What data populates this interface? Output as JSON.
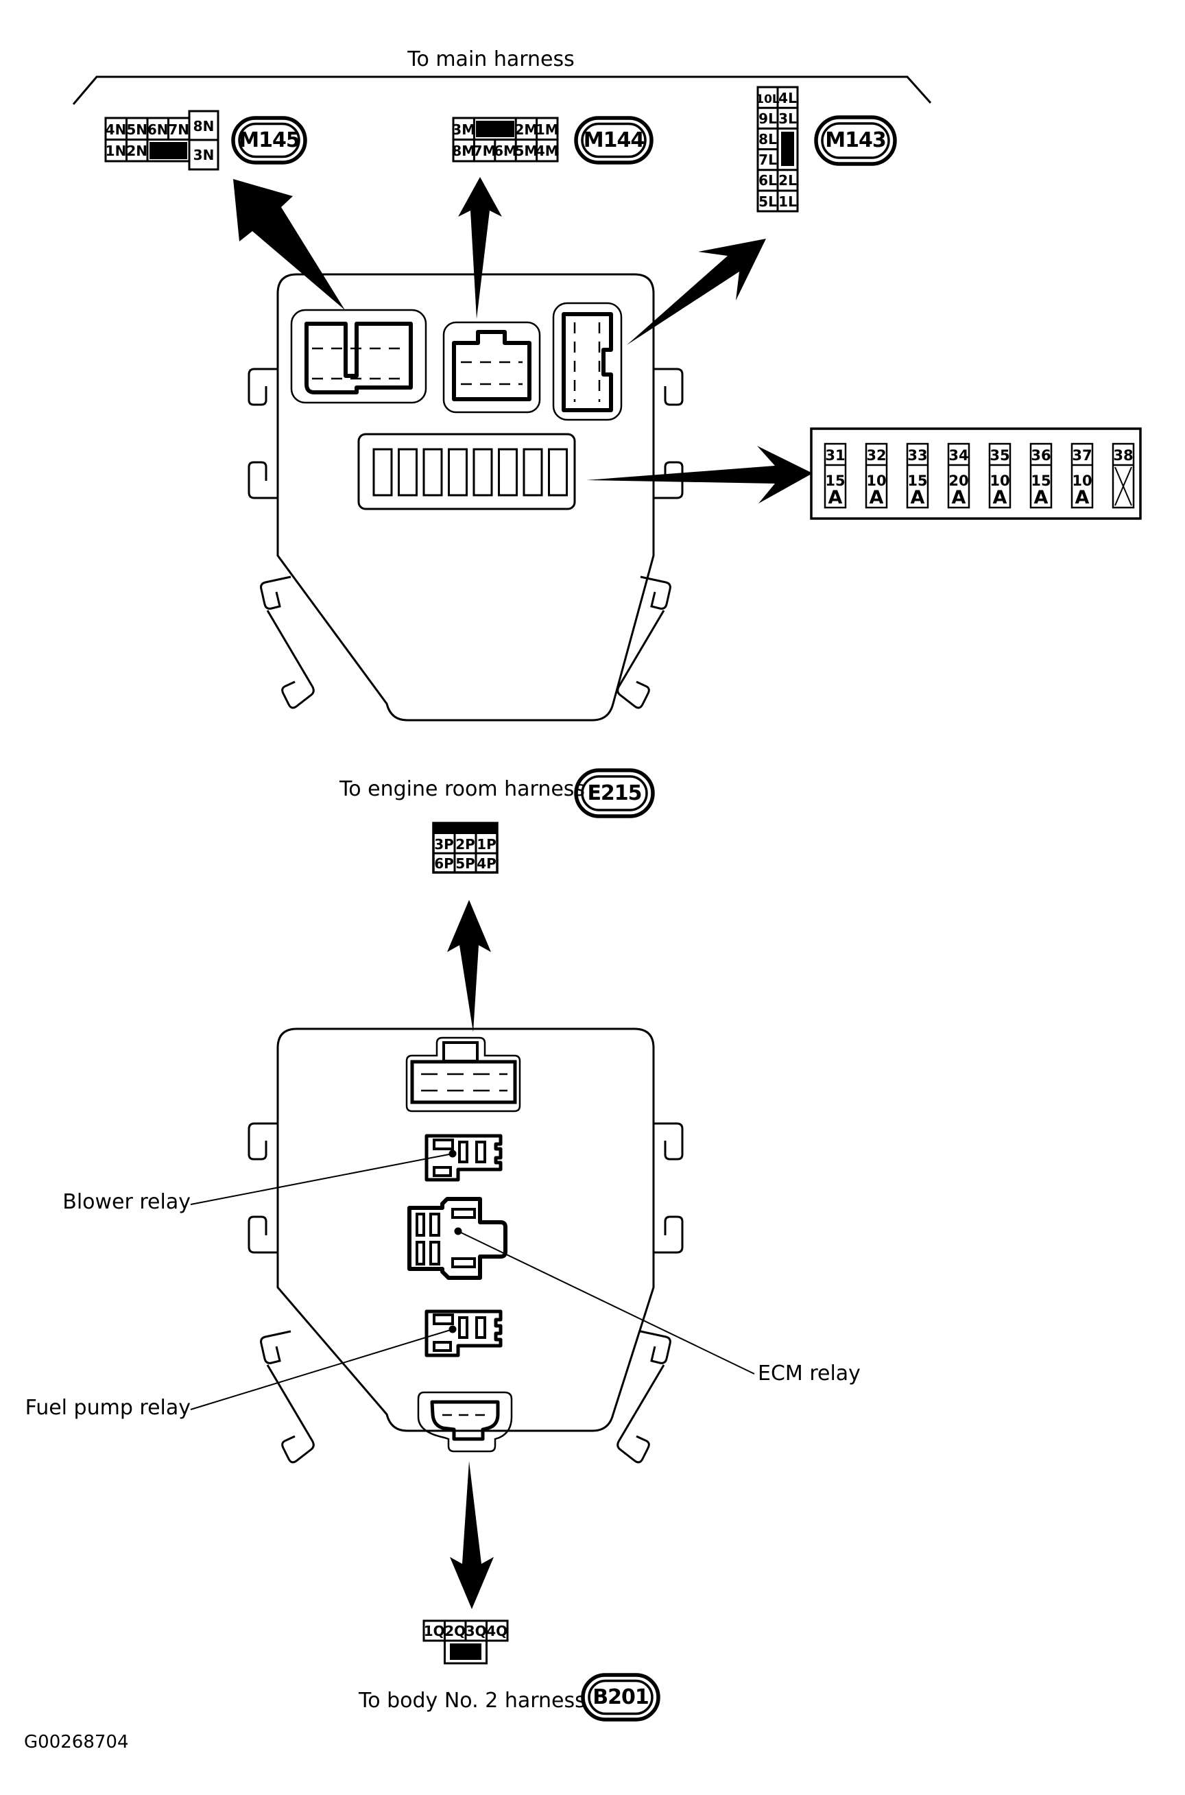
{
  "figure": {
    "code": "G00268704"
  },
  "top": {
    "label": "To main harness",
    "m145": {
      "id": "M145",
      "pins_row1": [
        "4N",
        "5N",
        "6N",
        "7N"
      ],
      "pin_8": "8N",
      "pins_row2": [
        "1N",
        "2N"
      ],
      "pin_3": "3N"
    },
    "m144": {
      "id": "M144",
      "pins_row1": [
        "3M",
        "2M",
        "1M"
      ],
      "pins_row2": [
        "8M",
        "7M",
        "6M",
        "5M",
        "4M"
      ]
    },
    "m143": {
      "id": "M143",
      "pins_left": [
        "10L",
        "9L",
        "8L",
        "7L",
        "6L",
        "5L"
      ],
      "pins_right": [
        "4L",
        "3L",
        "2L",
        "1L"
      ]
    }
  },
  "fuse_strip": {
    "amp_unit": "A",
    "fuses": [
      {
        "no": "31",
        "amp": "15"
      },
      {
        "no": "32",
        "amp": "10"
      },
      {
        "no": "33",
        "amp": "15"
      },
      {
        "no": "34",
        "amp": "20"
      },
      {
        "no": "35",
        "amp": "10"
      },
      {
        "no": "36",
        "amp": "15"
      },
      {
        "no": "37",
        "amp": "10"
      },
      {
        "no": "38",
        "amp": ""
      }
    ]
  },
  "middle": {
    "label": "To engine room harness",
    "connector_id": "E215",
    "pins_row1": [
      "3P",
      "2P",
      "1P"
    ],
    "pins_row2": [
      "6P",
      "5P",
      "4P"
    ]
  },
  "relays": {
    "blower": "Blower relay",
    "ecm": "ECM relay",
    "fuel_pump": "Fuel pump relay"
  },
  "bottom": {
    "pins": [
      "1Q",
      "2Q",
      "3Q",
      "4Q"
    ],
    "label": "To body No. 2 harness",
    "connector_id": "B201"
  },
  "colors": {
    "ink": "#000000",
    "paper": "#ffffff"
  }
}
